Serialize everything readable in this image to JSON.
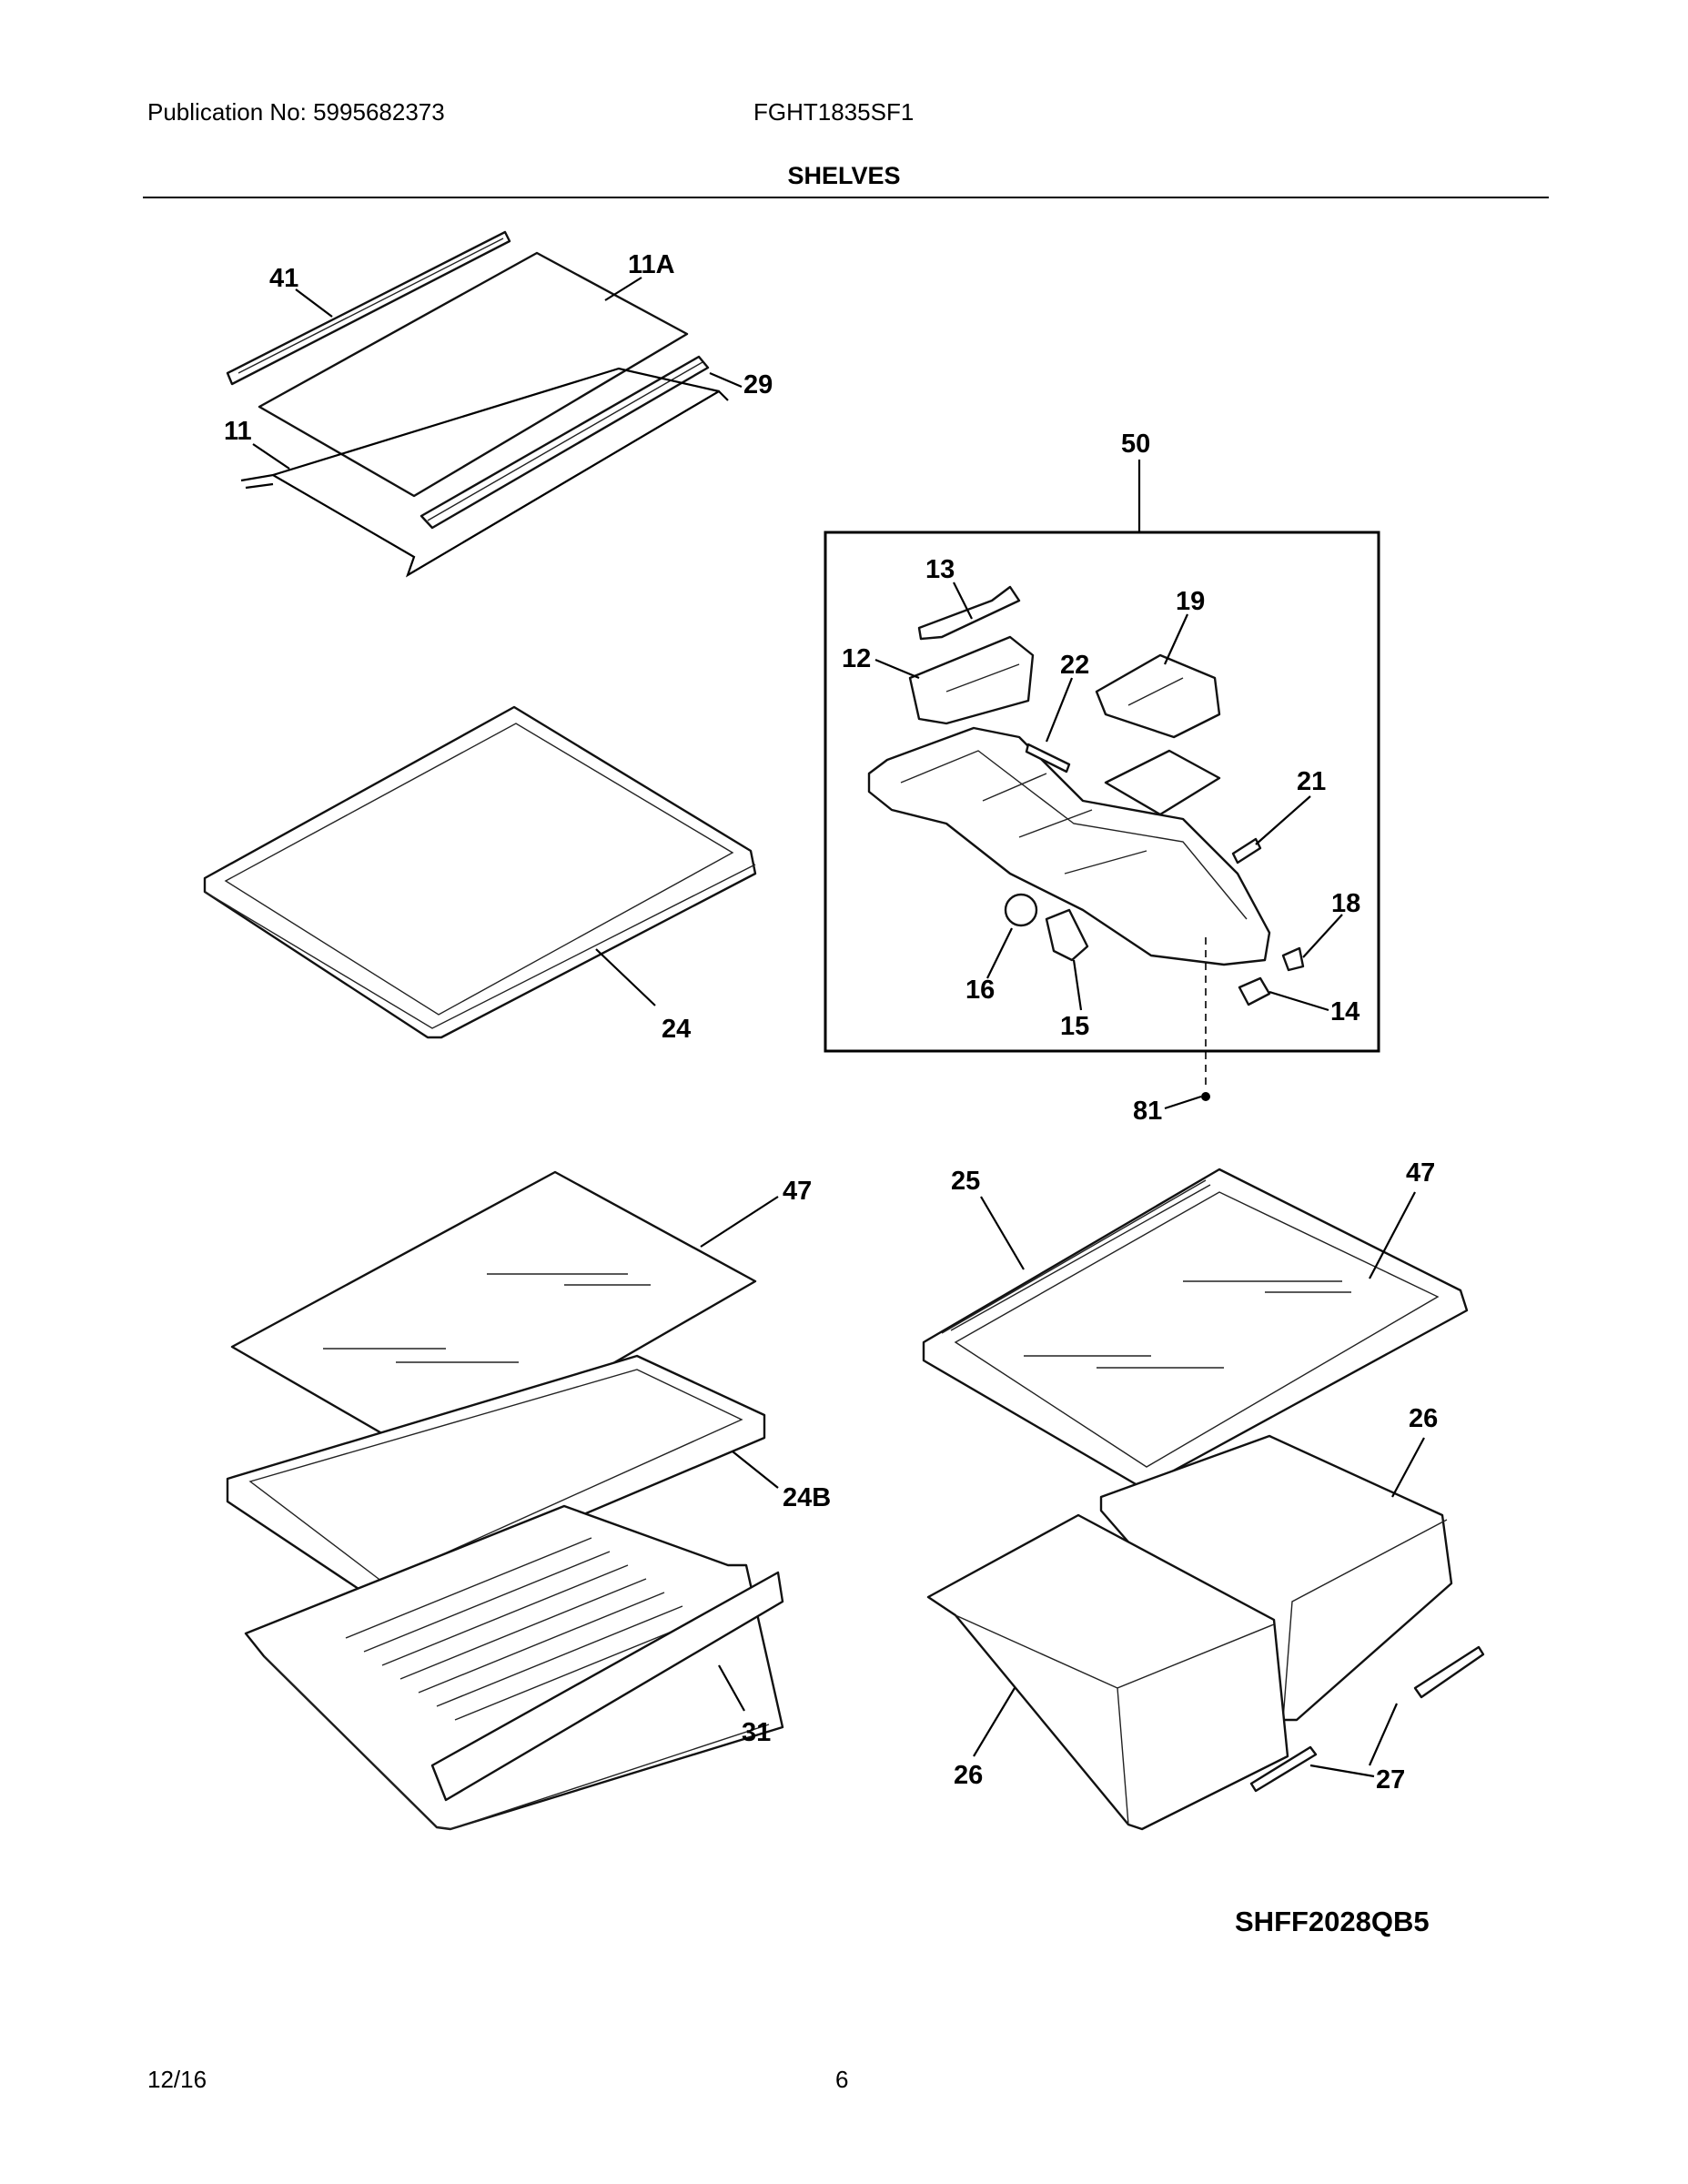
{
  "header": {
    "publication": "Publication No: 5995682373",
    "model": "FGHT1835SF1",
    "section_title": "SHELVES"
  },
  "diagram": {
    "callouts": {
      "c41": "41",
      "c11a": "11A",
      "c29": "29",
      "c11": "11",
      "c50": "50",
      "c13": "13",
      "c19": "19",
      "c12": "12",
      "c22": "22",
      "c21": "21",
      "c18": "18",
      "c16": "16",
      "c15": "15",
      "c14": "14",
      "c81": "81",
      "c24": "24",
      "c47a": "47",
      "c24b": "24B",
      "c31": "31",
      "c25": "25",
      "c47b": "47",
      "c26a": "26",
      "c26b": "26",
      "c27": "27"
    },
    "drawing_code": "SHFF2028QB5"
  },
  "footer": {
    "date": "12/16",
    "page": "6"
  }
}
